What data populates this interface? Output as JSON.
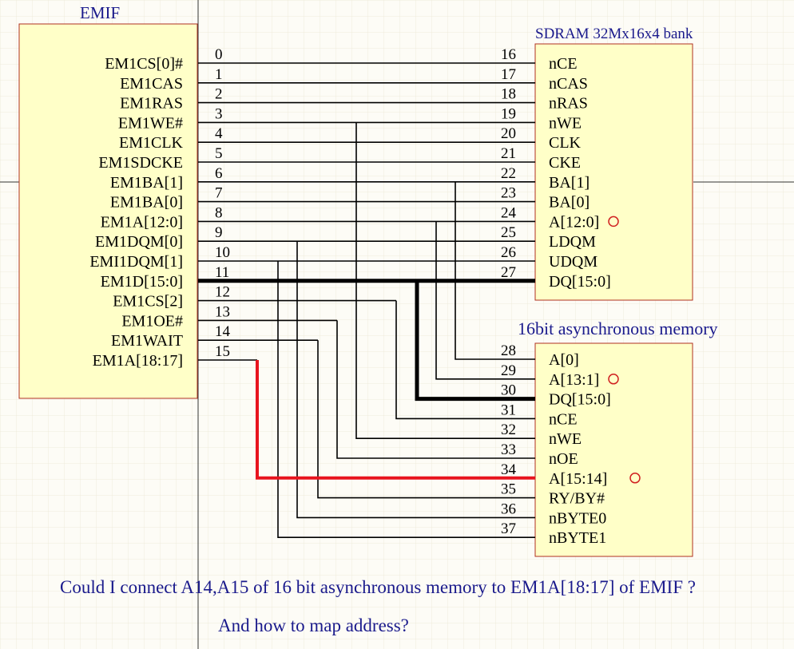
{
  "emif": {
    "title": "EMIF",
    "pins": [
      "EM1CS[0]#",
      "EM1CAS",
      "EM1RAS",
      "EM1WE#",
      "EM1CLK",
      "EM1SDCKE",
      "EM1BA[1]",
      "EM1BA[0]",
      "EM1A[12:0]",
      "EM1DQM[0]",
      "EMI1DQM[1]",
      "EM1D[15:0]",
      "EM1CS[2]",
      "EM1OE#",
      "EM1WAIT",
      "EM1A[18:17]"
    ]
  },
  "left_wire_numbers": [
    "0",
    "1",
    "2",
    "3",
    "4",
    "5",
    "6",
    "7",
    "8",
    "9",
    "10",
    "11",
    "12",
    "13",
    "14",
    "15"
  ],
  "sdram": {
    "title": "SDRAM  32Mx16x4 bank",
    "pins": [
      "nCE",
      "nCAS",
      "nRAS",
      "nWE",
      "CLK",
      "CKE",
      "BA[1]",
      "BA[0]",
      "A[12:0]",
      "LDQM",
      "UDQM",
      "DQ[15:0]"
    ],
    "wire_numbers": [
      "16",
      "17",
      "18",
      "19",
      "20",
      "21",
      "22",
      "23",
      "24",
      "25",
      "26",
      "27"
    ]
  },
  "async_memory": {
    "title": "16bit asynchronous  memory",
    "pins": [
      "A[0]",
      "A[13:1]",
      "DQ[15:0]",
      "nCE",
      "nWE",
      "nOE",
      "A[15:14]",
      "RY/BY#",
      "nBYTE0",
      "nBYTE1"
    ],
    "wire_numbers": [
      "28",
      "29",
      "30",
      "31",
      "32",
      "33",
      "34",
      "35",
      "36",
      "37"
    ]
  },
  "question": {
    "line1": "Could I connect A14,A15 of 16 bit asynchronous  memory to EM1A[18:17] of EMIF ?",
    "line2": "And how to map address?"
  },
  "colors": {
    "background": "#fdfcf6",
    "grid": "#efebdc",
    "component_fill": "#ffffc8",
    "component_border": "#b03020",
    "title_blue": "#1a1a8c",
    "wire": "#000000",
    "bus_thick": "#000000",
    "highlight_red": "#e8141e",
    "marker_red": "#d02020"
  }
}
